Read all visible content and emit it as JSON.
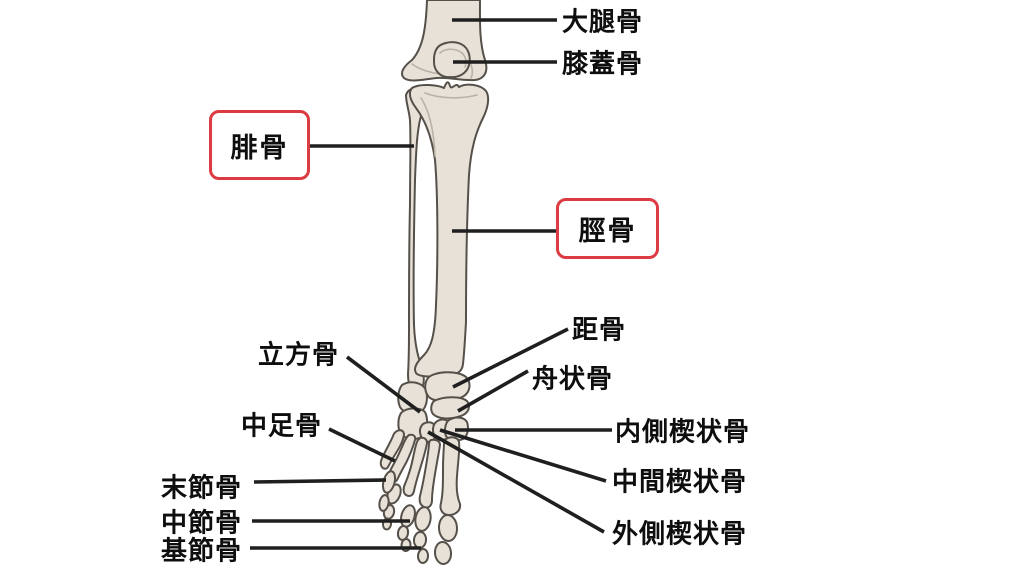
{
  "labels": {
    "femur": "大腿骨",
    "patella": "膝蓋骨",
    "fibula": "腓骨",
    "tibia": "脛骨",
    "talus": "距骨",
    "navicular": "舟状骨",
    "medial_cuneiform": "内側楔状骨",
    "intermediate_cuneiform": "中間楔状骨",
    "lateral_cuneiform": "外側楔状骨",
    "cuboid": "立方骨",
    "metatarsal": "中足骨",
    "distal_phalanx": "末節骨",
    "middle_phalanx": "中節骨",
    "proximal_phalanx": "基節骨"
  },
  "highlighted_labels": [
    "腓骨",
    "脛骨"
  ],
  "colors": {
    "background": "#ffffff",
    "bone_fill": "#e7e1d7",
    "bone_outline": "#55504a",
    "leader_line": "#1f1f1f",
    "highlight_border": "#dd3b42",
    "text": "#0e0e0e"
  }
}
